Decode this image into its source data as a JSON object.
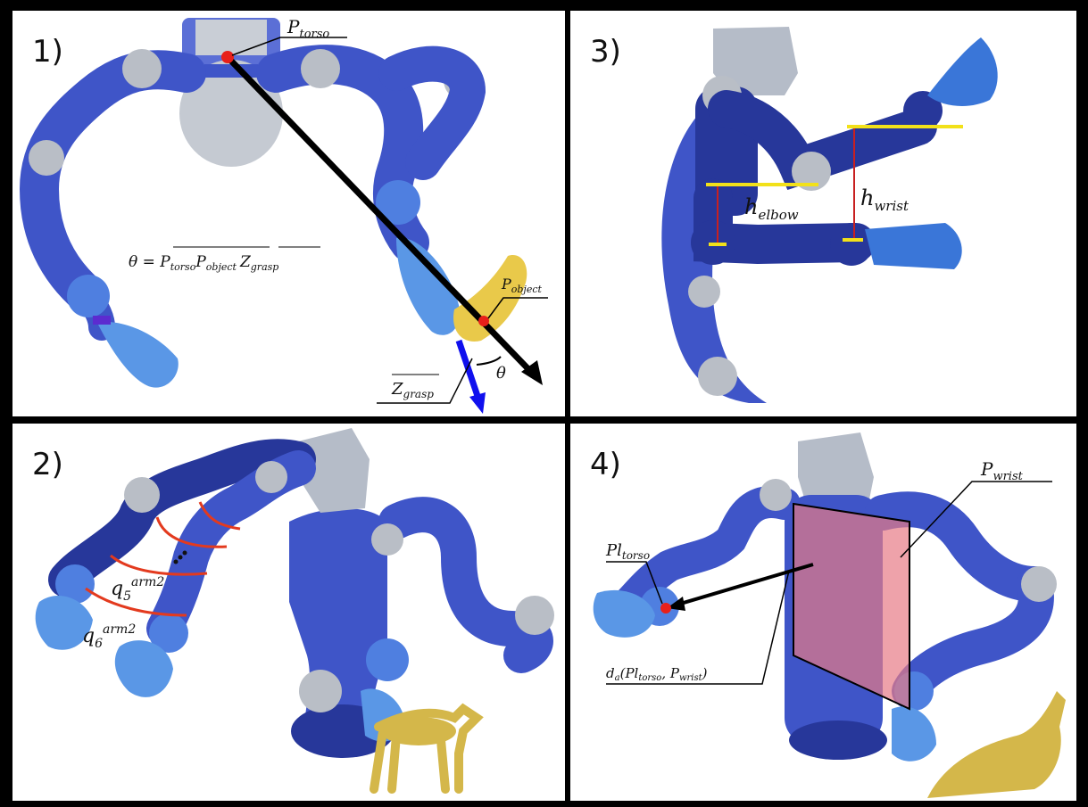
{
  "panels": [
    {
      "number": "1)"
    },
    {
      "number": "3)"
    },
    {
      "number": "2)"
    },
    {
      "number": "4)"
    }
  ],
  "labels": {
    "p_torso": {
      "base": "P",
      "sub": "torso"
    },
    "p_object": {
      "base": "P",
      "sub": "object"
    },
    "z_grasp": {
      "base": "Z",
      "sub": "grasp"
    },
    "theta": "θ",
    "theta_eq": {
      "lhs": "θ = ",
      "a_base": "P",
      "a_sub": "torso",
      "b_base": "P",
      "b_sub": "object",
      "c_base": "Z",
      "c_sub": "grasp"
    },
    "h_elbow": {
      "base": "h",
      "sub": "elbow"
    },
    "h_wrist": {
      "base": "h",
      "sub": "wrist"
    },
    "q5": {
      "base": "q",
      "sub": "5",
      "sup": "arm2"
    },
    "q6": {
      "base": "q",
      "sub": "6",
      "sup": "arm2"
    },
    "pl_torso": {
      "base": "Pl",
      "sub": "torso"
    },
    "p_wrist": {
      "base": "P",
      "sub": "wrist"
    },
    "d_a": {
      "prefix": "d",
      "prefix_sub": "a",
      "open": "(",
      "a_base": "Pl",
      "a_sub": "torso",
      "sep": ", ",
      "b_base": "P",
      "b_sub": "wrist",
      "close": ")"
    }
  },
  "colors": {
    "robot_blue": "#3f55c8",
    "robot_dark": "#1e2f8f",
    "joint_grey": "#b9bec6",
    "hand_blue": "#4f8fe0",
    "object_yellow": "#e9c94a",
    "marker_red": "#e8201a",
    "arrow_black": "#000000",
    "arrow_blue": "#1010ee",
    "bar_yellow": "#f2e11a",
    "plane_pink": "#e77a86"
  }
}
